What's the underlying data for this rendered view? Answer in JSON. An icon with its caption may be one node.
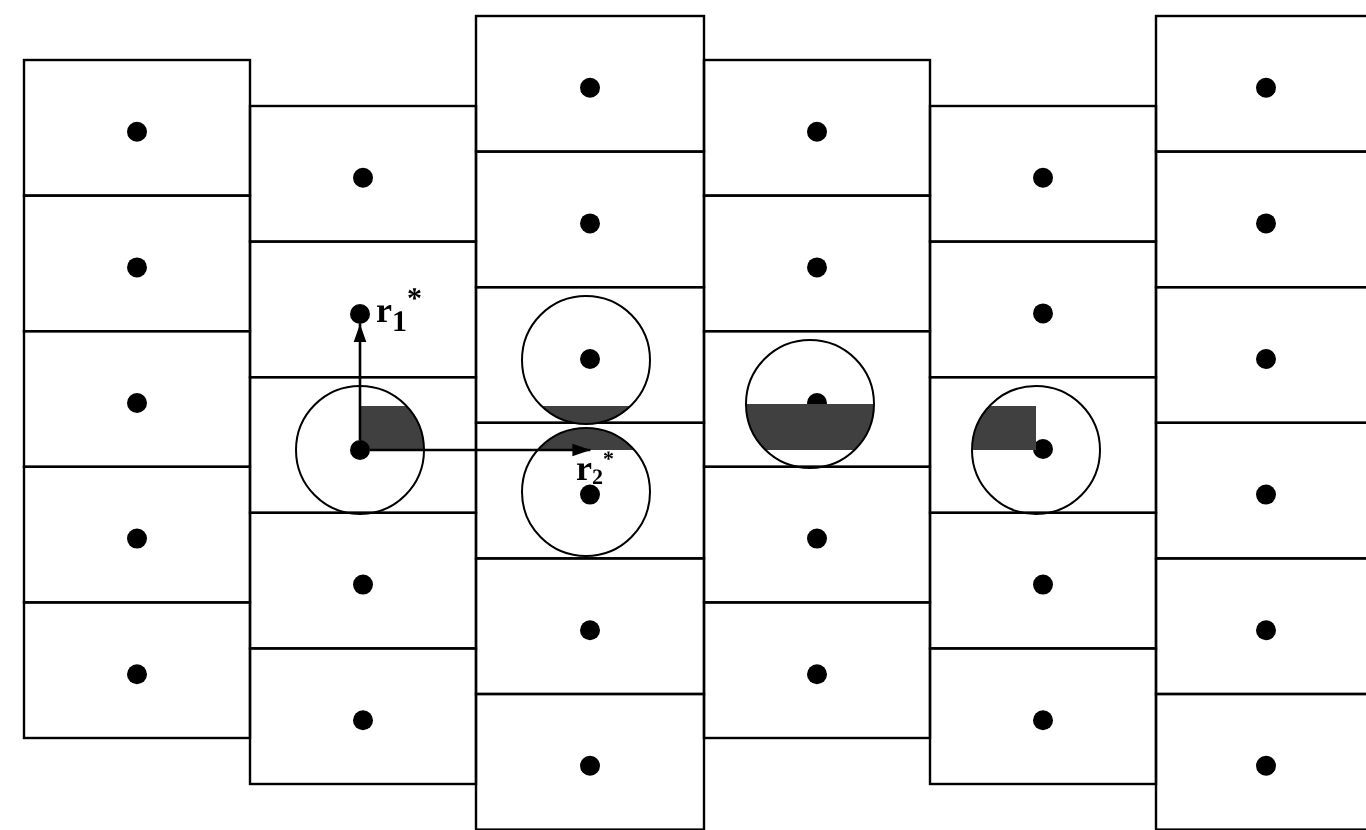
{
  "diagram": {
    "nodes": [
      {
        "text": [],
        "shape": "circle"
      },
      {
        "text": [],
        "shape": "circle",
        "beside": [
          "r$_{1}$$^{*}$"
        ]
      },
      {
        "text": [
          "r$_{2}$$^{*}$"
        ]
      }
    ],
    "edges": [
      {
        "from": 0,
        "to": 1,
        "arrow": "to"
      },
      {
        "from": 0,
        "to": 2,
        "arrow": "to"
      }
    ]
  }
}
